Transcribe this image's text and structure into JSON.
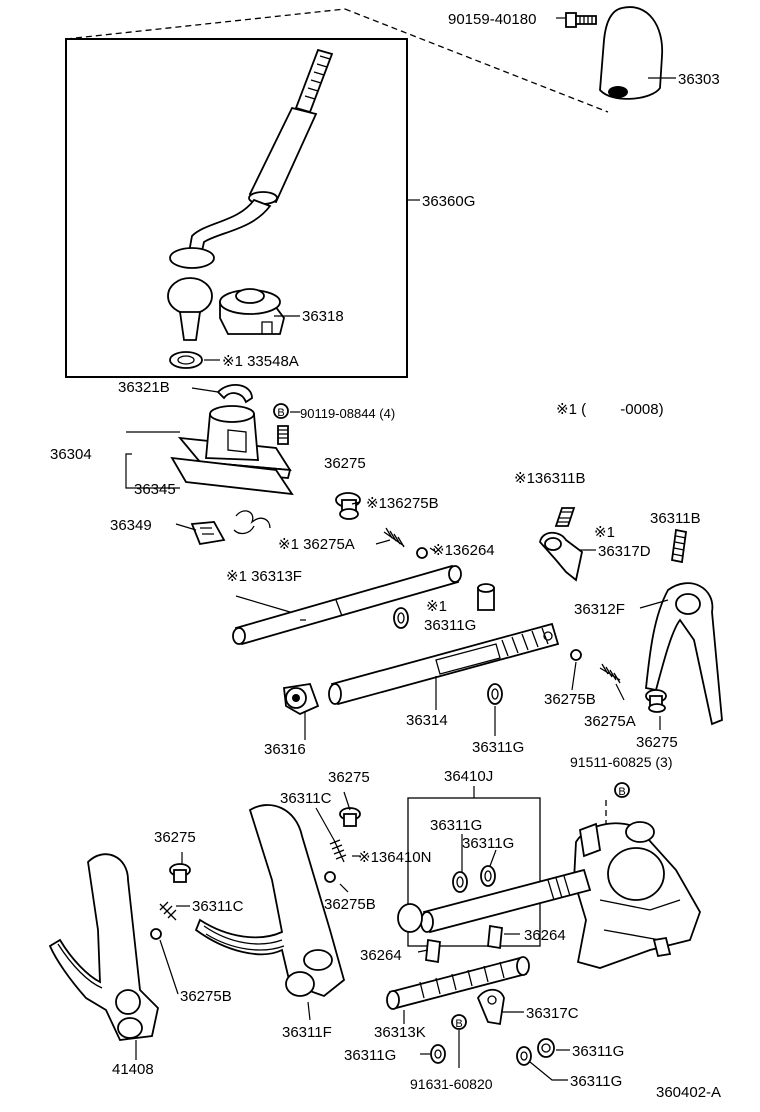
{
  "labels": {
    "l_90159": "90159-40180",
    "l_36303": "36303",
    "l_36360g": "36360G",
    "l_36318": "36318",
    "l_33548a": "※1 33548A",
    "l_36321b": "36321B",
    "l_90119": "90119-08844 (4)",
    "l_note1": "※1 (　　 -0008)",
    "l_36304": "36304",
    "l_36345": "36345",
    "l_36275_a": "36275",
    "l_136275b": "※136275B",
    "l_136311b": "※136311B",
    "l_36349": "36349",
    "l_136275a": "※1 36275A",
    "l_136264": "※136264",
    "l_1_36317d_a": "※1",
    "l_36317d": "36317D",
    "l_36311b": "36311B",
    "l_136313f": "※1 36313F",
    "l_36312f": "36312F",
    "l_1_36311g_a": "※1",
    "l_36311g_a": "36311G",
    "l_36275b_a": "36275B",
    "l_36275a_b": "36275A",
    "l_36275_b": "36275",
    "l_36314": "36314",
    "l_36316": "36316",
    "l_36311g_b": "36311G",
    "l_36410j": "36410J",
    "l_91511": "91511-60825 (3)",
    "l_36275_c": "36275",
    "l_36311c_a": "36311C",
    "l_36311g_c": "36311G",
    "l_36311g_d": "36311G",
    "l_136410n": "※136410N",
    "l_36275_d": "36275",
    "l_36311c_b": "36311C",
    "l_36275b_b": "36275B",
    "l_36264_a": "36264",
    "l_36264_b": "36264",
    "l_36275b_c": "36275B",
    "l_36311f": "36311F",
    "l_36313k": "36313K",
    "l_36317c": "36317C",
    "l_36311g_e": "36311G",
    "l_36311g_f": "36311G",
    "l_36311g_g": "36311G",
    "l_41408": "41408",
    "l_91631": "91631-60820",
    "l_ref": "360402-A",
    "b1": "B",
    "b2": "B",
    "b3": "B"
  }
}
